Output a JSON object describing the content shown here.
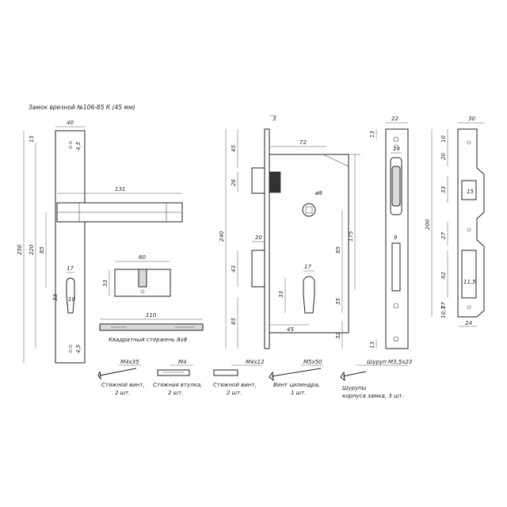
{
  "title": "Замок врезной №106-85 К (45 мм)",
  "handle_plate": {
    "width": "40",
    "height": "250",
    "lever": "131",
    "d220": "220",
    "d85": "85",
    "d17": "17",
    "d33": "33",
    "d10": "10",
    "top_offset": "15",
    "hole_top": "4,5",
    "hole_bottom": "4,5"
  },
  "cylinder": {
    "length": "60",
    "height": "33"
  },
  "square_bar": {
    "length": "110",
    "caption": "Квадратный стержень 8х8"
  },
  "lock_body": {
    "thickness": "3",
    "width": "72",
    "height": "240",
    "d45a": "45",
    "d26": "26",
    "d20": "20",
    "d43": "43",
    "d65": "65",
    "spindle": "8",
    "d175": "175",
    "d85": "85",
    "d17": "17",
    "d33": "33",
    "d35": "35",
    "backset": "45",
    "d32": "32"
  },
  "faceplate": {
    "width": "22",
    "d13a": "13",
    "d14": "14",
    "d9": "9",
    "d13b": "13"
  },
  "strike": {
    "width": "30",
    "height": "200",
    "d10": "10",
    "d20": "20",
    "d33": "33",
    "d15": "15",
    "d27": "27",
    "d62": "62",
    "d11_5": "11,5",
    "d27b": "27",
    "d10_7": "10,7",
    "d24": "24"
  },
  "fasteners": [
    {
      "size": "М4х35",
      "caption": "Стяжной винт,\n2 шт."
    },
    {
      "size": "М4",
      "caption": "Стяжная втулка,\n2 шт."
    },
    {
      "size": "М4х12",
      "caption": "Стяжной винт,\n2 шт."
    },
    {
      "size": "М5х50",
      "caption": "Винт цилиндра,\n1 шт."
    },
    {
      "size": "Шуруп М3,5х23",
      "caption": "Шурупы\nкорпуса замка, 3 шт."
    }
  ]
}
